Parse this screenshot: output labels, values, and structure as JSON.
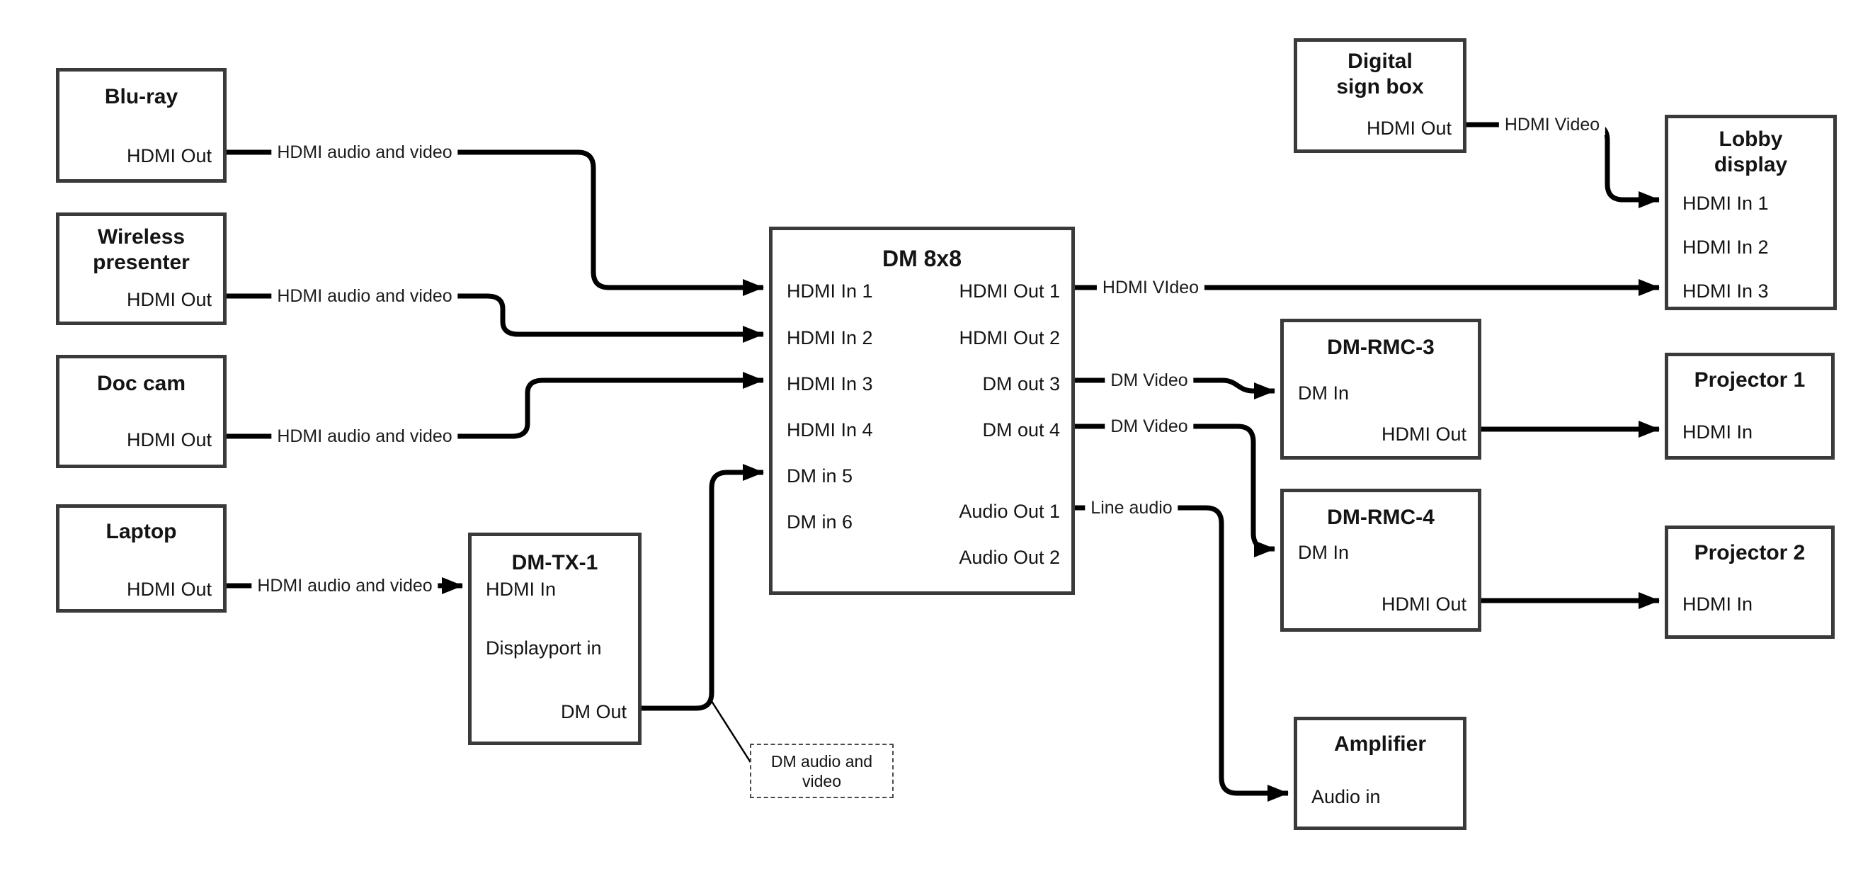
{
  "diagram": {
    "colors": {
      "box_border": "#3a3a3a",
      "connector": "#000000",
      "background": "#ffffff",
      "text": "#141414"
    },
    "nodes": {
      "bluray": {
        "title": "Blu-ray",
        "ports": {
          "out": "HDMI Out"
        }
      },
      "wireless": {
        "title": "Wireless presenter",
        "ports": {
          "out": "HDMI Out"
        }
      },
      "doccam": {
        "title": "Doc cam",
        "ports": {
          "out": "HDMI Out"
        }
      },
      "laptop": {
        "title": "Laptop",
        "ports": {
          "out": "HDMI Out"
        }
      },
      "dmtx1": {
        "title": "DM-TX-1",
        "ports": {
          "hdmi_in": "HDMI In",
          "dp_in": "Displayport in",
          "dm_out": "DM Out"
        }
      },
      "dm8x8": {
        "title": "DM 8x8",
        "ports": {
          "in1": "HDMI In 1",
          "in2": "HDMI In 2",
          "in3": "HDMI In 3",
          "in4": "HDMI In 4",
          "in5": "DM in 5",
          "in6": "DM in 6",
          "out1": "HDMI Out 1",
          "out2": "HDMI Out 2",
          "out3": "DM out 3",
          "out4": "DM out 4",
          "aout1": "Audio Out 1",
          "aout2": "Audio Out 2"
        }
      },
      "digsign": {
        "title": "Digital sign box",
        "ports": {
          "out": "HDMI Out"
        }
      },
      "lobby": {
        "title": "Lobby display",
        "ports": {
          "in1": "HDMI In 1",
          "in2": "HDMI In 2",
          "in3": "HDMI In 3"
        }
      },
      "rmc3": {
        "title": "DM-RMC-3",
        "ports": {
          "dm_in": "DM In",
          "hdmi_out": "HDMI Out"
        }
      },
      "proj1": {
        "title": "Projector 1",
        "ports": {
          "in": "HDMI In"
        }
      },
      "rmc4": {
        "title": "DM-RMC-4",
        "ports": {
          "dm_in": "DM In",
          "hdmi_out": "HDMI Out"
        }
      },
      "proj2": {
        "title": "Projector 2",
        "ports": {
          "in": "HDMI In"
        }
      },
      "amp": {
        "title": "Amplifier",
        "ports": {
          "in": "Audio in"
        }
      }
    },
    "edge_labels": {
      "hav1": "HDMI audio and video",
      "hav2": "HDMI audio and video",
      "hav3": "HDMI audio and video",
      "hav4": "HDMI audio and video",
      "hdmi_video": "HDMI Video",
      "hdmi_video_out1": "HDMI VIdeo",
      "dm_video_3": "DM Video",
      "dm_video_4": "DM Video",
      "line_audio": "Line audio"
    },
    "note": {
      "text": "DM audio and video"
    }
  }
}
